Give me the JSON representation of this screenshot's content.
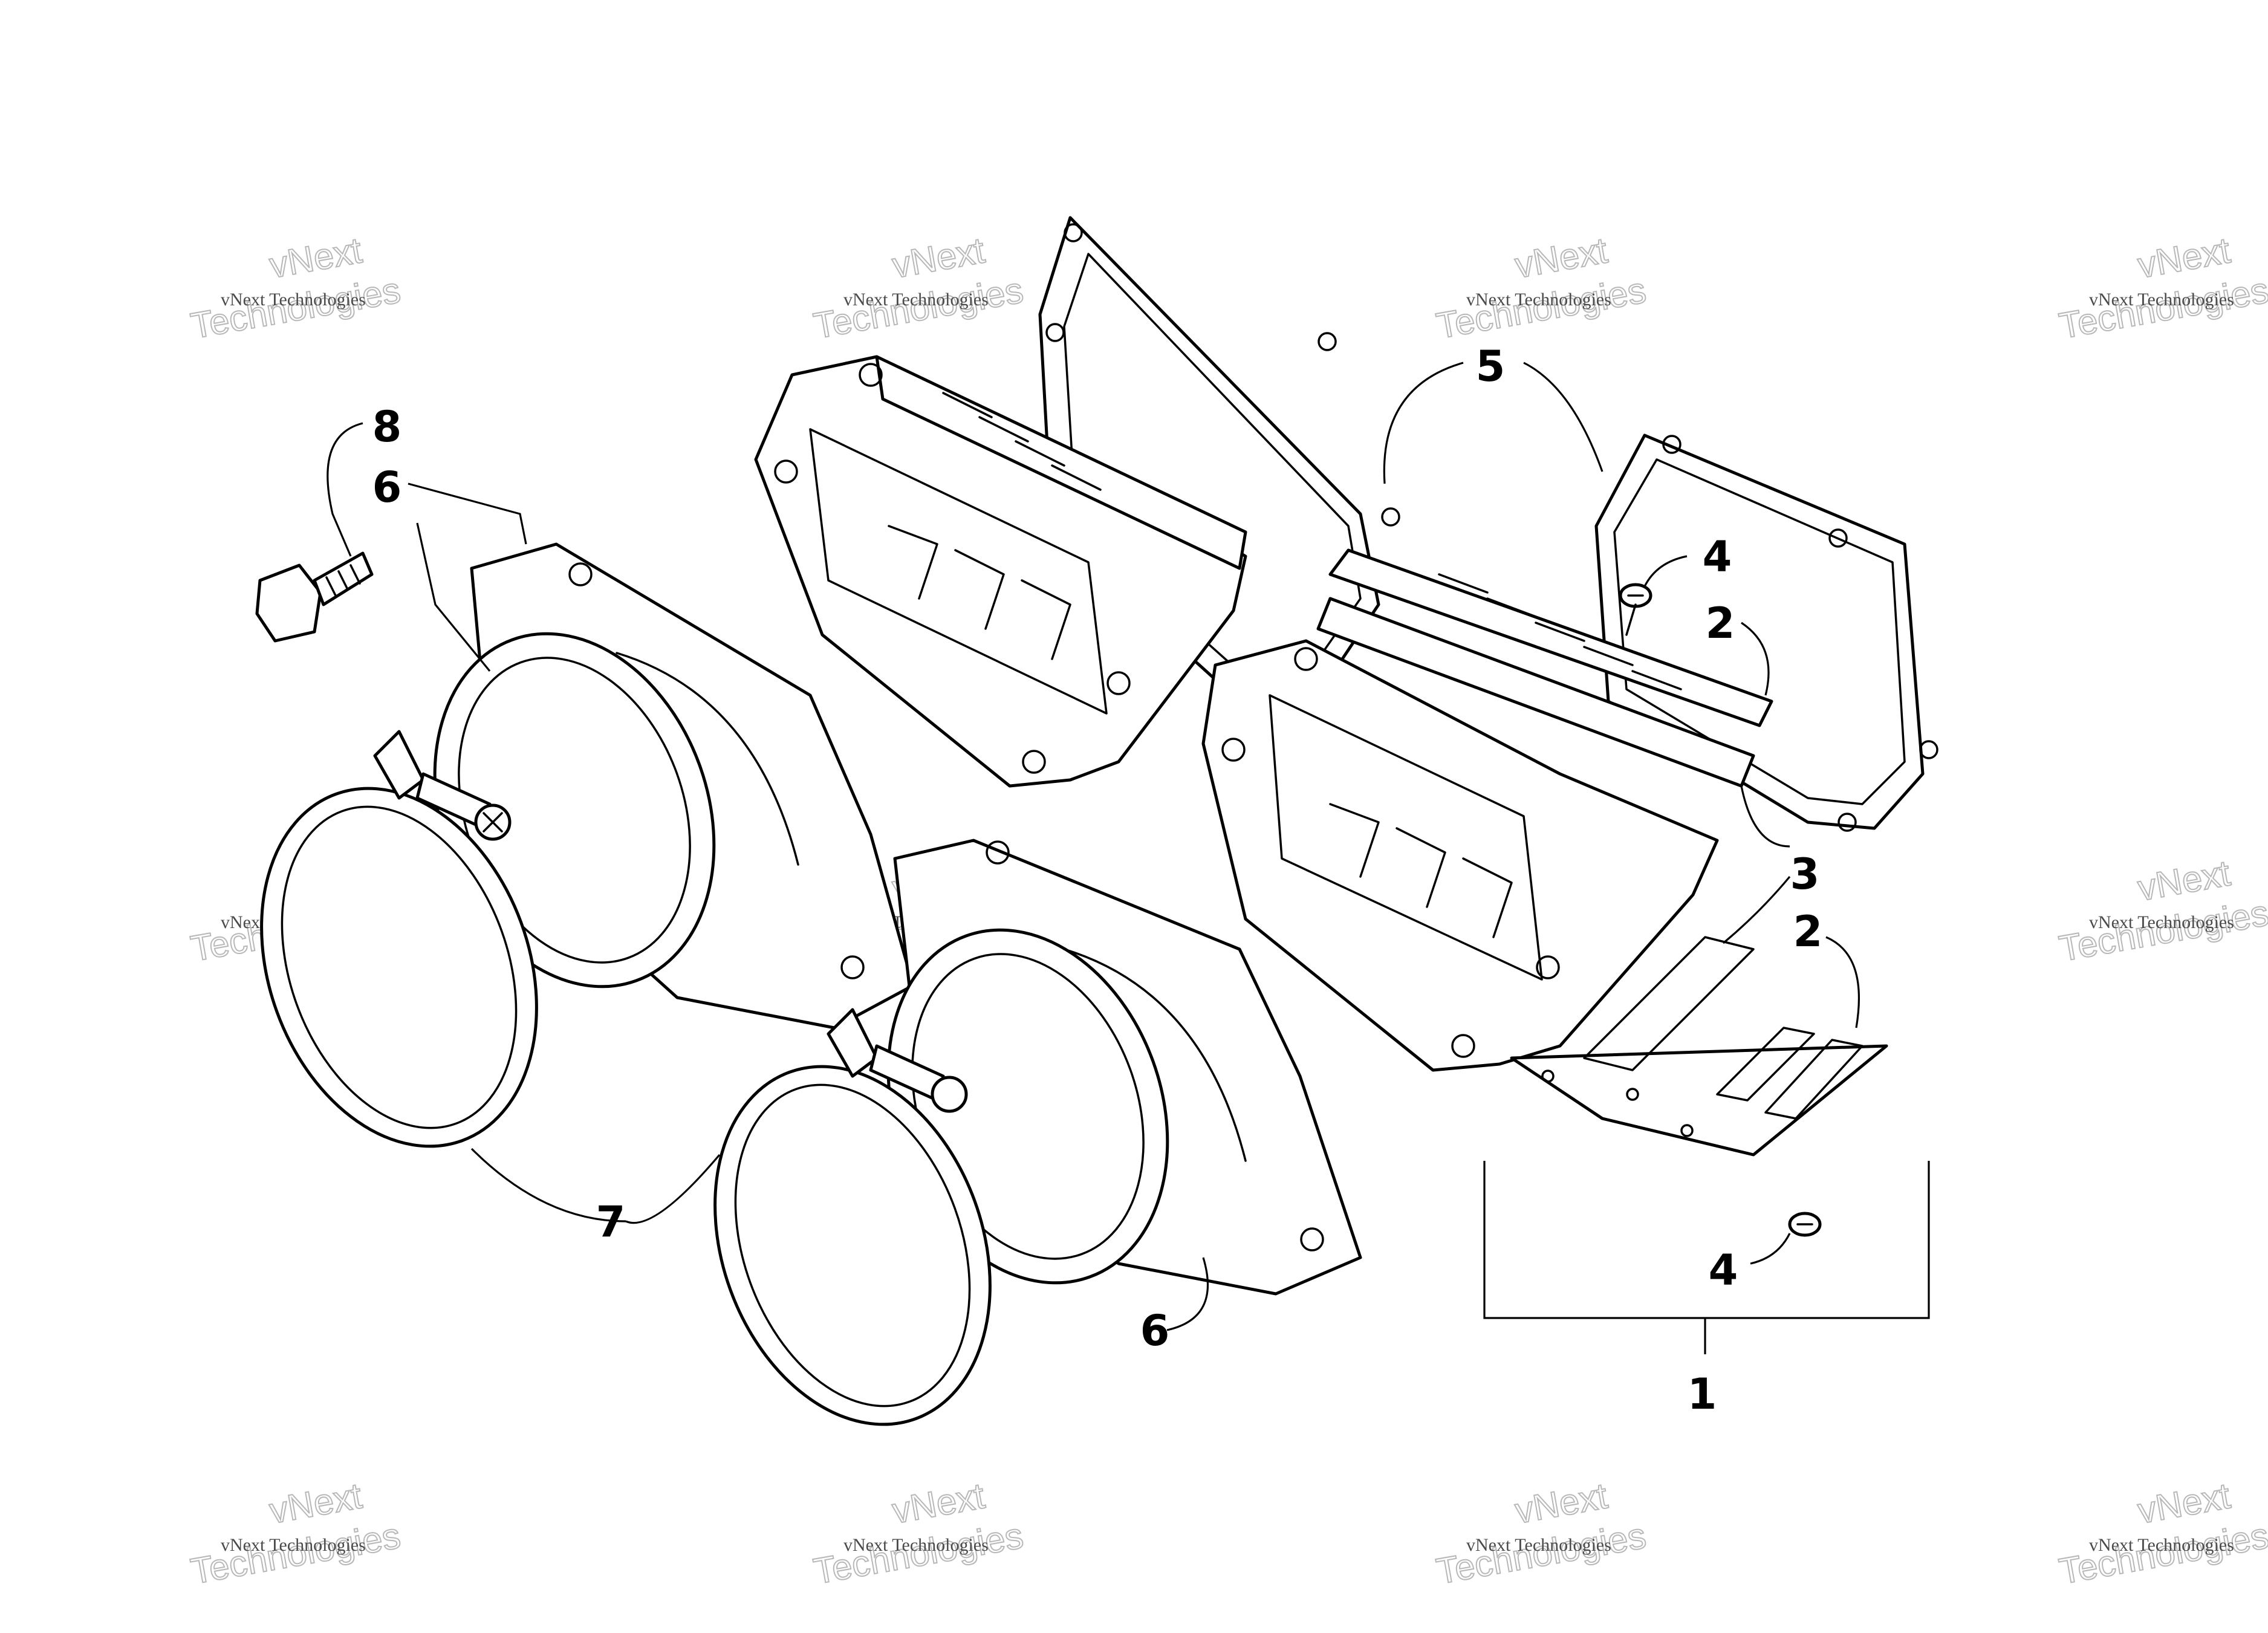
{
  "watermark": {
    "line_small": "vNext Technologies",
    "line_big_top": "vNext",
    "line_big_bottom": "Technologies"
  },
  "callouts": {
    "c1": "1",
    "c2a": "2",
    "c2b": "2",
    "c3": "3",
    "c4a": "4",
    "c4b": "4",
    "c5": "5",
    "c6a": "6",
    "c6b": "6",
    "c7": "7",
    "c8": "8"
  },
  "parts": [
    {
      "ref": "1",
      "icon": "reed-valve-assembly-icon"
    },
    {
      "ref": "2",
      "icon": "reed-stop-plate-icon"
    },
    {
      "ref": "3",
      "icon": "reed-petal-icon"
    },
    {
      "ref": "4",
      "icon": "screw-icon"
    },
    {
      "ref": "5",
      "icon": "gasket-icon"
    },
    {
      "ref": "6",
      "icon": "intake-flange-icon"
    },
    {
      "ref": "7",
      "icon": "hose-clamp-icon"
    },
    {
      "ref": "8",
      "icon": "flange-bolt-icon"
    }
  ]
}
